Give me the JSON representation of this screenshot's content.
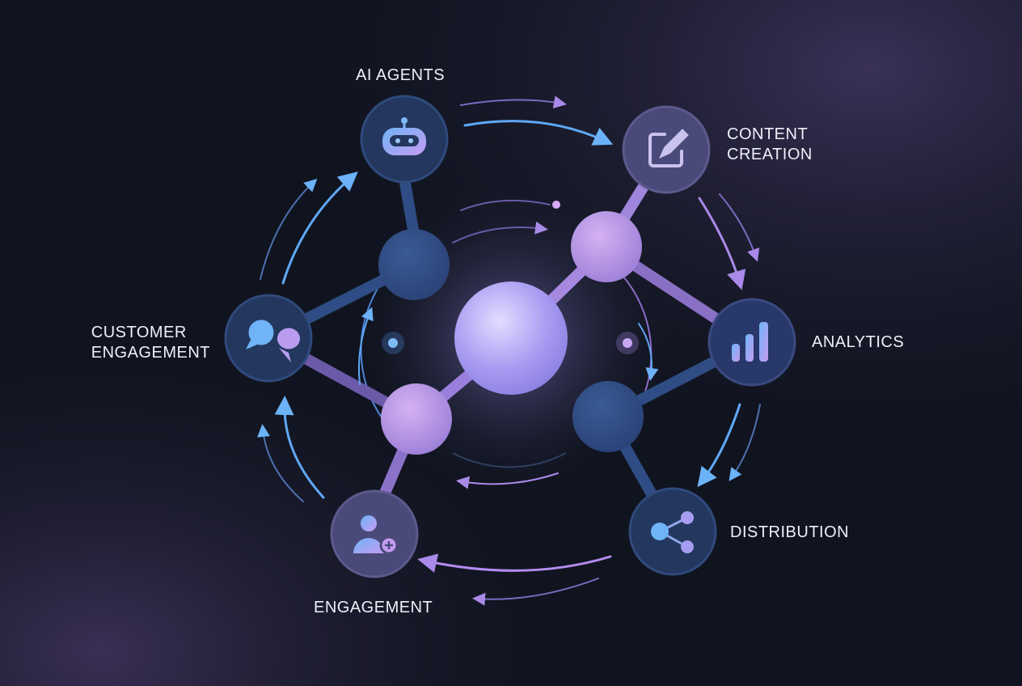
{
  "nodes": {
    "ai_agents": {
      "label": "AI AGENTS",
      "icon": "robot-icon"
    },
    "content_creation": {
      "label_line1": "CONTENT",
      "label_line2": "CREATION",
      "icon": "edit-icon"
    },
    "analytics": {
      "label": "ANALYTICS",
      "icon": "bar-chart-icon"
    },
    "distribution": {
      "label": "DISTRIBUTION",
      "icon": "share-icon"
    },
    "engagement": {
      "label": "ENGAGEMENT",
      "icon": "add-user-icon"
    },
    "customer_engagement": {
      "label_line1": "CUSTOMER",
      "label_line2": "ENGAGEMENT",
      "icon": "chat-icon"
    }
  },
  "colors": {
    "background": "#10141f",
    "blue": "#5fa8f5",
    "purple": "#b38cf0",
    "node_fill": "#23375f"
  }
}
